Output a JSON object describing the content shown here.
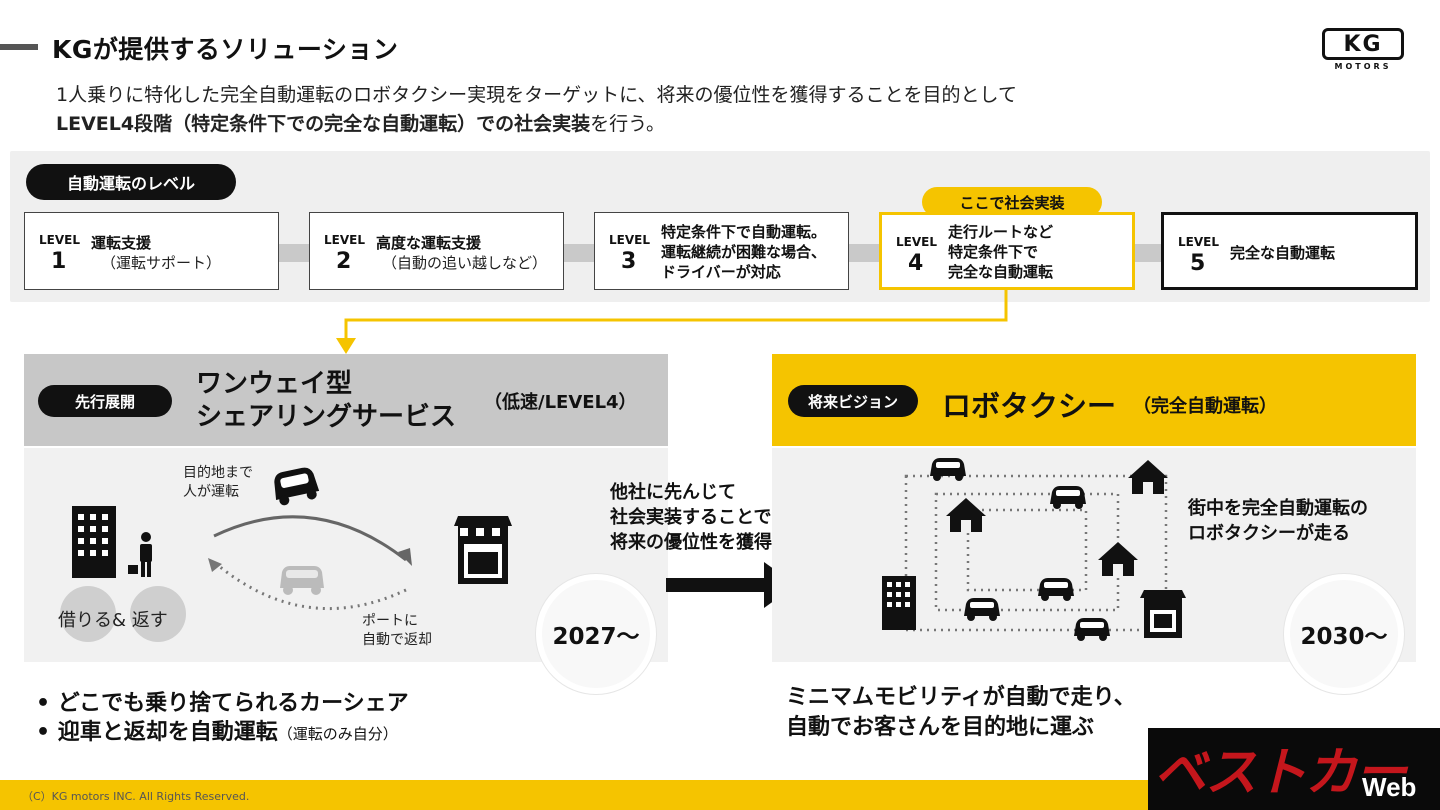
{
  "header": {
    "title": "KGが提供するソリューション",
    "subtitle_line1": "1人乗りに特化した完全自動運転のロボタクシー実現をターゲットに、将来の優位性を獲得することを目的として",
    "subtitle_line2_bold": "LEVEL4段階（特定条件下での完全な自動運転）での社会実装",
    "subtitle_line2_rest": "を行う。",
    "logo_text": "KG",
    "logo_sub": "MOTORS"
  },
  "levels": {
    "heading": "自動運転のレベル",
    "highlight_label": "ここで社会実装",
    "items": [
      {
        "word": "LEVEL",
        "num": "1",
        "title": "運転支援",
        "note": "（運転サポート）"
      },
      {
        "word": "LEVEL",
        "num": "2",
        "title": "高度な運転支援",
        "note": "（自動の追い越しなど）"
      },
      {
        "word": "LEVEL",
        "num": "3",
        "title_l1": "特定条件下で自動運転。",
        "title_l2": "運転継続が困難な場合、",
        "title_l3": "ドライバーが対応"
      },
      {
        "word": "LEVEL",
        "num": "4",
        "title_l1": "走行ルートなど",
        "title_l2": "特定条件下で",
        "title_l3": "完全な自動運転"
      },
      {
        "word": "LEVEL",
        "num": "5",
        "title": "完全な自動運転"
      }
    ]
  },
  "left": {
    "tag": "先行展開",
    "title_l1": "ワンウェイ型",
    "title_l2": "シェアリングサービス",
    "note": "（低速/LEVEL4）",
    "label_drive_l1": "目的地まで",
    "label_drive_l2": "人が運転",
    "label_return_l1": "ポートに",
    "label_return_l2": "自動で返却",
    "rent_return": "借りる& 返す",
    "year": "2027〜"
  },
  "middle": {
    "line1": "他社に先んじて",
    "line2": "社会実装することで",
    "line3": "将来の優位性を獲得"
  },
  "right": {
    "tag": "将来ビジョン",
    "title": "ロボタクシー",
    "note": "（完全自動運転）",
    "desc_l1": "街中を完全自動運転の",
    "desc_l2": "ロボタクシーが走る",
    "year": "2030〜"
  },
  "bottom": {
    "bullet1": "どこでも乗り捨てられるカーシェア",
    "bullet2": "迎車と返却を自動運転",
    "bullet2_note": "（運転のみ自分）",
    "right_l1": "ミニマムモビリティが自動で走り、",
    "right_l2": "自動でお客さんを目的地に運ぶ"
  },
  "footer": {
    "copyright": "（C）KG motors INC. All Rights Reserved.",
    "watermark_main": "ベストカー",
    "watermark_web": "Web"
  },
  "colors": {
    "accent_yellow": "#f5c400",
    "dark": "#111111",
    "gray_panel": "#c7c7c7",
    "light_panel": "#f1f1f1"
  }
}
